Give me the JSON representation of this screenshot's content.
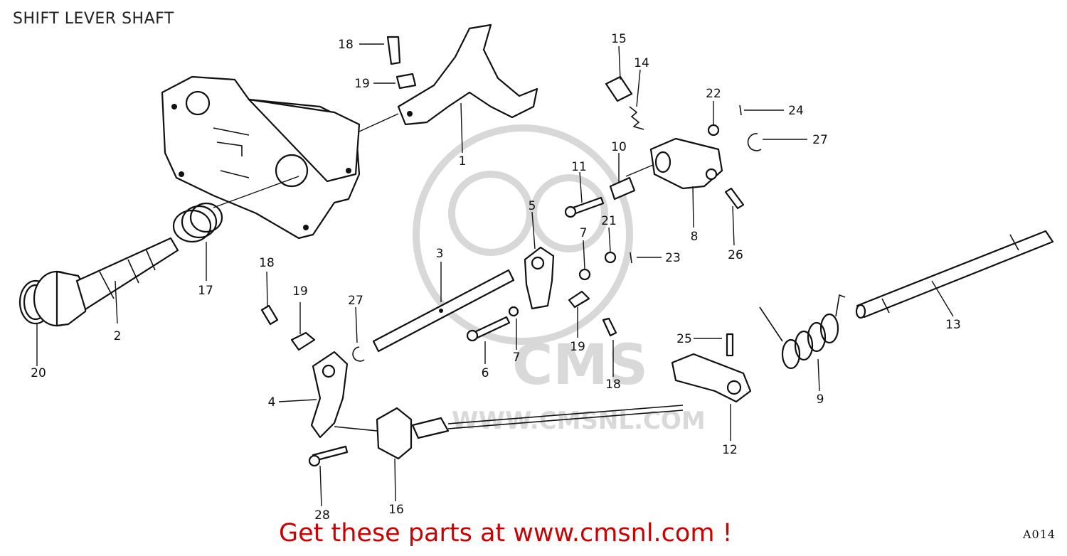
{
  "page": {
    "title": "SHIFT LEVER SHAFT",
    "footer": "Get these parts at www.cmsnl.com !",
    "diagram_code": "A014"
  },
  "watermark": {
    "logo_text": "CMS",
    "url_text": "WWW.CMSNL.COM"
  },
  "callouts": [
    "1",
    "2",
    "3",
    "4",
    "5",
    "6",
    "7",
    "7",
    "8",
    "9",
    "10",
    "11",
    "12",
    "13",
    "14",
    "15",
    "16",
    "17",
    "18",
    "18",
    "18",
    "19",
    "19",
    "19",
    "20",
    "21",
    "22",
    "23",
    "24",
    "25",
    "26",
    "27",
    "27",
    "28"
  ],
  "colors": {
    "footer": "#cc0000",
    "ink": "#111111",
    "watermark": "#d9d9d9"
  }
}
